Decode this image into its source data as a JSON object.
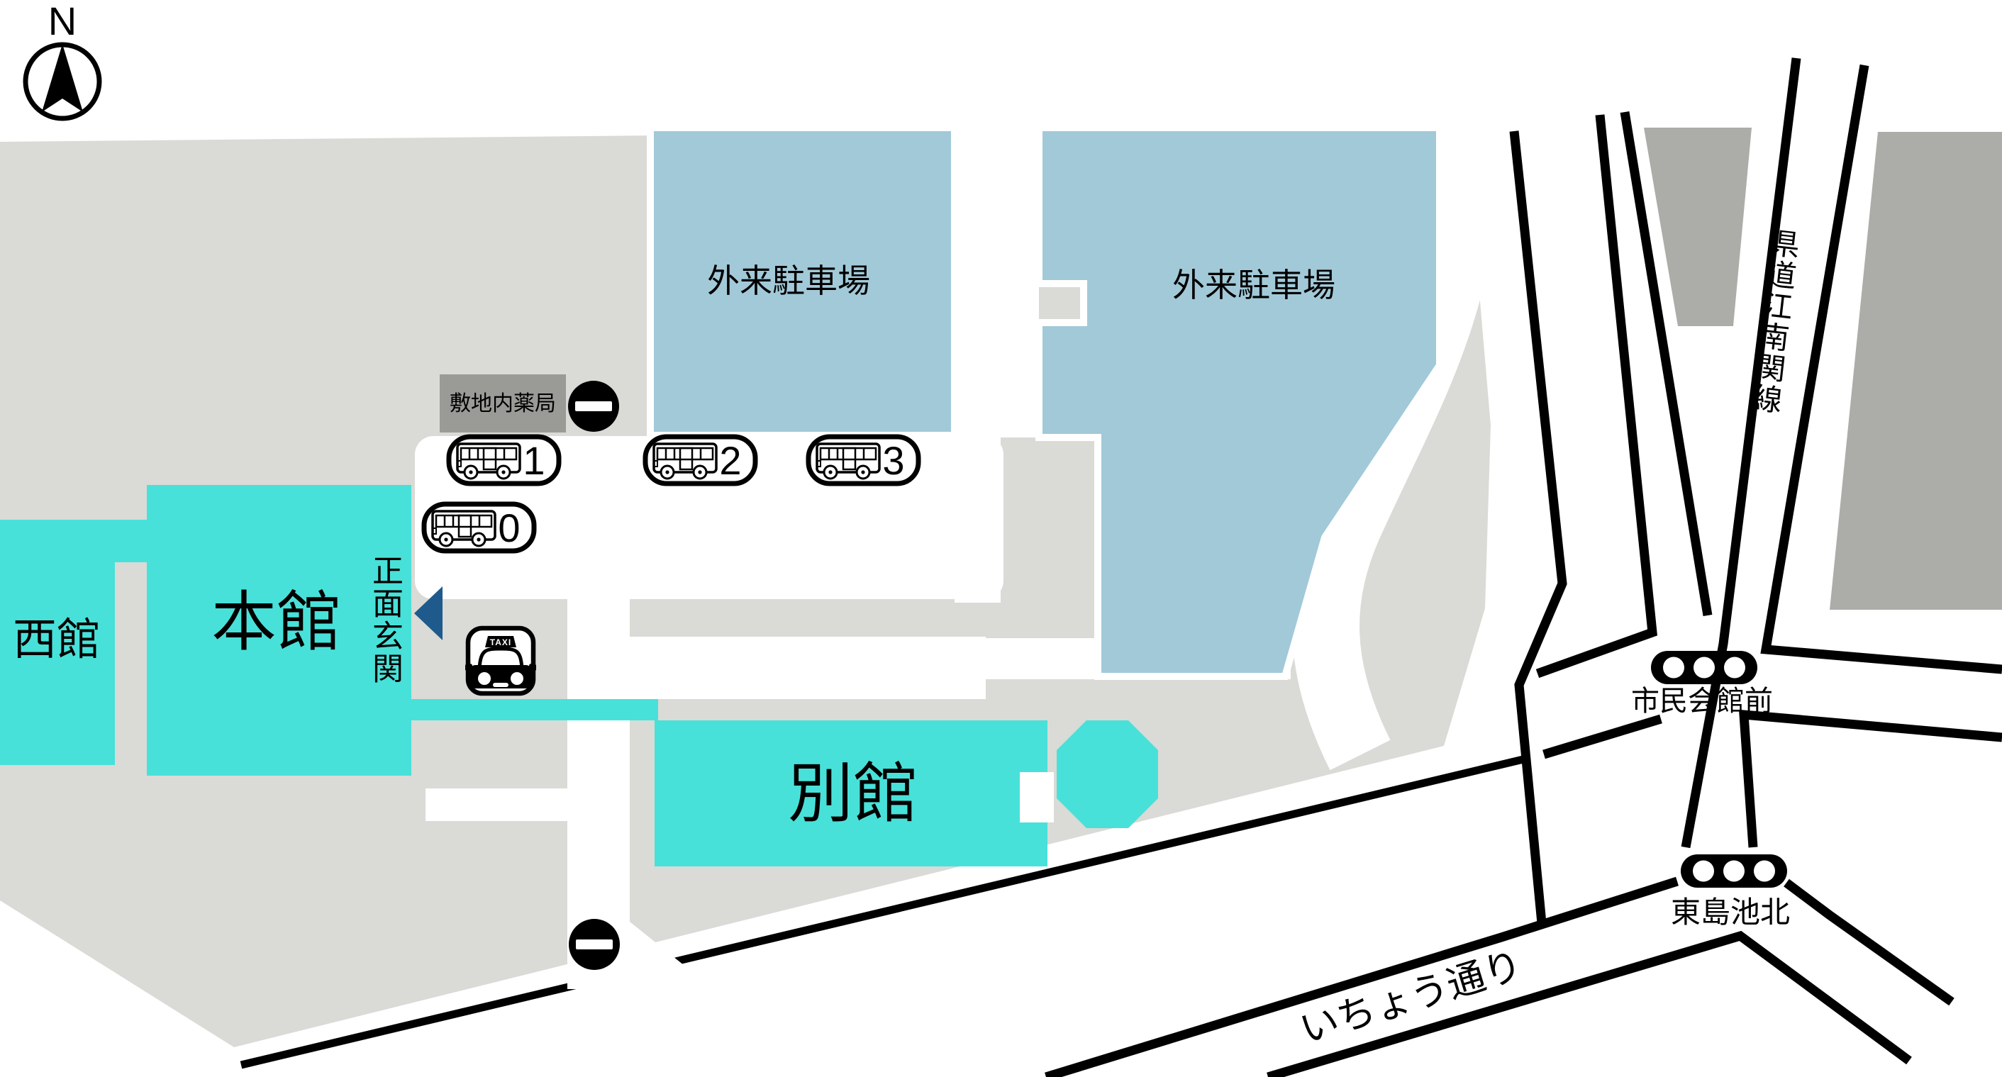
{
  "map": {
    "compass_label": "N",
    "campus": {
      "buildings": {
        "west_wing": "西館",
        "main_building": "本館",
        "annex": "別館"
      },
      "facilities": {
        "pharmacy": "敷地内薬局",
        "main_entrance": "正面玄関"
      },
      "parking_labels": [
        "外来駐車場",
        "外来駐車場"
      ],
      "bus_platforms": [
        {
          "number": "0"
        },
        {
          "number": "1"
        },
        {
          "number": "2"
        },
        {
          "number": "3"
        }
      ],
      "taxi_sign": "TAXI"
    },
    "transit_stops": {
      "shimin_kaikan_mae": "市民会館前",
      "higashi_shimaike_kita": "東島池北"
    },
    "roads": {
      "kendo_konan_seki": "県道江南関線",
      "ichou_dori": "いちょう通り"
    },
    "colors": {
      "campus_gray": "#DADAD6",
      "parking_blue": "#A2C9D8",
      "building_cyan": "#48E1D9",
      "neutral_building_gray": "#ACACA8",
      "pharmacy_gray": "#9A9A97",
      "entrance_navy": "#1E5B8C",
      "road_black": "#000000"
    }
  }
}
